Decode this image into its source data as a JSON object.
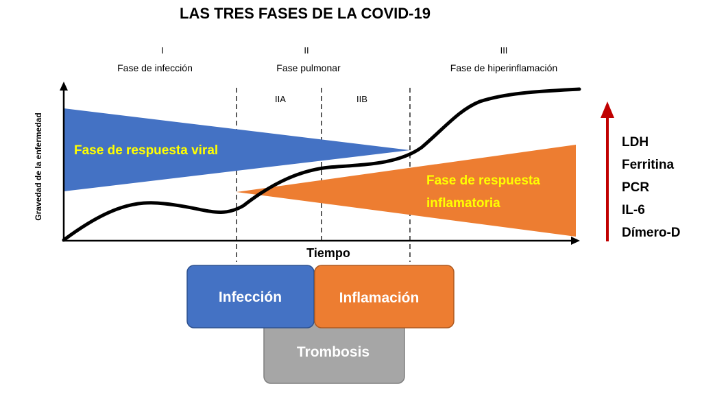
{
  "title": "LAS TRES FASES DE LA COVID-19",
  "phases": [
    {
      "numeral": "I",
      "name": "Fase de infección"
    },
    {
      "numeral": "II",
      "name": "Fase pulmonar"
    },
    {
      "numeral": "III",
      "name": "Fase de hiperinflamación"
    }
  ],
  "subphases": [
    "IIA",
    "IIB"
  ],
  "y_axis_label": "Gravedad de la enfermedad",
  "x_axis_label": "Tiempo",
  "viral_response_label": "Fase de respuesta viral",
  "inflammatory_response_label": [
    "Fase de respuesta",
    "inflamatoria"
  ],
  "biomarkers": [
    "LDH",
    "Ferritina",
    "PCR",
    "IL-6",
    "Dímero-D"
  ],
  "boxes": {
    "infection": "Infección",
    "inflammation": "Inflamación",
    "thrombosis": "Trombosis"
  },
  "colors": {
    "viral": "#4472C4",
    "inflammatory": "#ED7D31",
    "label_yellow": "#FFFF00",
    "arrow": "#C00000",
    "thrombosis": "#A6A6A6",
    "curve": "#000000"
  }
}
